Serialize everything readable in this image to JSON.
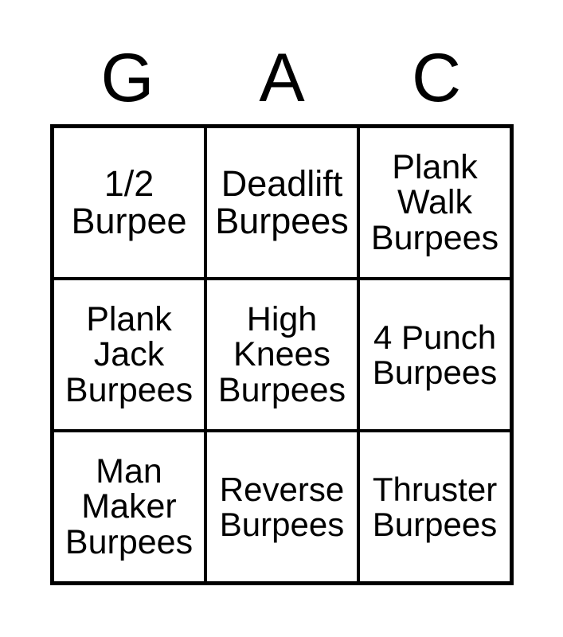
{
  "card": {
    "title_letters": [
      "G",
      "A",
      "C"
    ],
    "columns": 3,
    "rows": 3,
    "border_color": "#000000",
    "background_color": "#ffffff",
    "text_color": "#000000",
    "cells": [
      {
        "text": "1/2\nBurpee",
        "lines": 2,
        "column": "G",
        "row": 1
      },
      {
        "text": "Deadlift\nBurpees",
        "lines": 2,
        "column": "A",
        "row": 1
      },
      {
        "text": "Plank\nWalk\nBurpees",
        "lines": 3,
        "column": "C",
        "row": 1
      },
      {
        "text": "Plank\nJack\nBurpees",
        "lines": 3,
        "column": "G",
        "row": 2
      },
      {
        "text": "High\nKnees\nBurpees",
        "lines": 3,
        "column": "A",
        "row": 2
      },
      {
        "text": "4 Punch\nBurpees",
        "lines": 2,
        "column": "C",
        "row": 2
      },
      {
        "text": "Man\nMaker\nBurpees",
        "lines": 3,
        "column": "G",
        "row": 3
      },
      {
        "text": "Reverse\nBurpees",
        "lines": 2,
        "column": "A",
        "row": 3
      },
      {
        "text": "Thruster\nBurpees",
        "lines": 2,
        "column": "C",
        "row": 3
      }
    ]
  }
}
